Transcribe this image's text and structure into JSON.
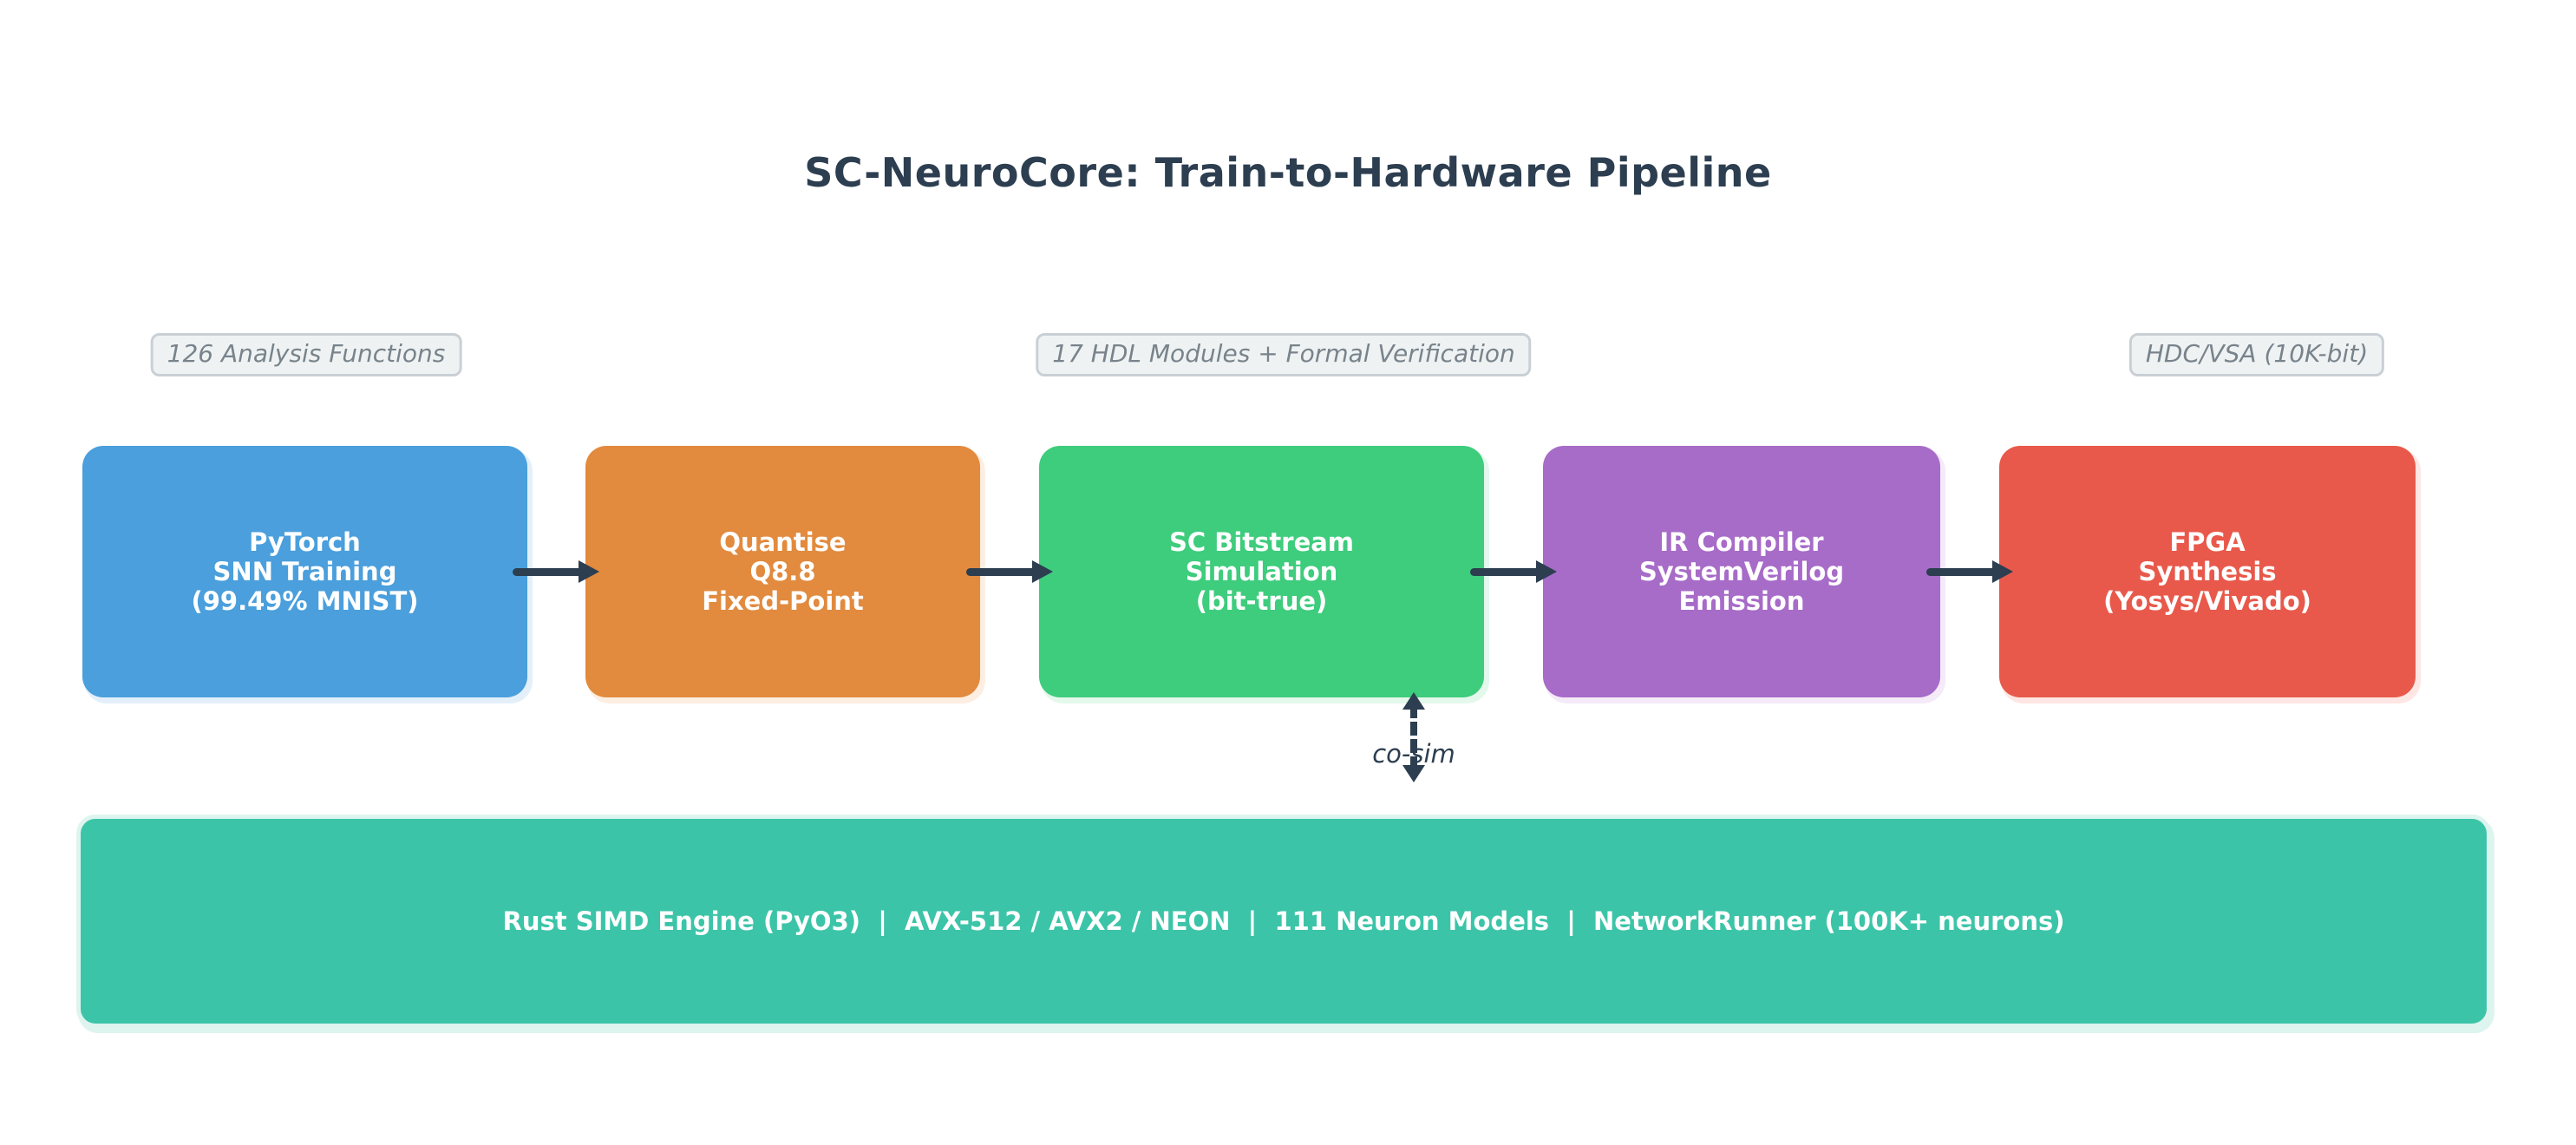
{
  "title": "SC-NeuroCore: Train-to-Hardware Pipeline",
  "annotations": [
    {
      "label": "126 Analysis Functions",
      "above_stage": "PyTorch SNN Training"
    },
    {
      "label": "17 HDL Modules + Formal Verification",
      "above_stage": "SC Bitstream Simulation"
    },
    {
      "label": "HDC/VSA (10K-bit)",
      "above_stage": "FPGA Synthesis"
    }
  ],
  "pipeline": {
    "stages": [
      {
        "label": "PyTorch\nSNN Training\n(99.49% MNIST)",
        "color": "#4a9fdc"
      },
      {
        "label": "Quantise\nQ8.8\nFixed-Point",
        "color": "#e28a3e"
      },
      {
        "label": "SC Bitstream\nSimulation\n(bit-true)",
        "color": "#3ecc7d"
      },
      {
        "label": "IR Compiler\nSystemVerilog\nEmission",
        "color": "#a76bc8"
      },
      {
        "label": "FPGA\nSynthesis\n(Yosys/Vivado)",
        "color": "#e8594b"
      }
    ],
    "arrow_color": "#2c3e50"
  },
  "cosim": {
    "label": "co-sim",
    "style": "dashed-double-arrow"
  },
  "engine_bar": {
    "label": "Rust SIMD Engine (PyO3)  |  AVX-512 / AVX2 / NEON  |  111 Neuron Models  |  NetworkRunner (100K+ neurons)",
    "color": "#3cc4a8"
  },
  "colors": {
    "title_text": "#2c3e50",
    "badge_background": "#eff2f3",
    "badge_border": "#c9d0d5",
    "badge_text": "#78838b",
    "stage_text": "#ffffff",
    "page_background": "#ffffff"
  }
}
